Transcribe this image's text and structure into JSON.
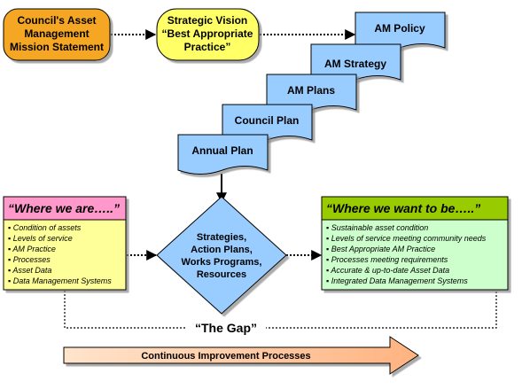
{
  "mission": {
    "lines": [
      "Council's Asset",
      "Management",
      "Mission Statement"
    ]
  },
  "vision": {
    "lines": [
      "Strategic Vision",
      "“Best Appropriate",
      "Practice”"
    ]
  },
  "documents": [
    {
      "label": "AM Policy"
    },
    {
      "label": "AM Strategy"
    },
    {
      "label": "AM Plans"
    },
    {
      "label": "Council Plan"
    },
    {
      "label": "Annual Plan"
    }
  ],
  "strategies": {
    "lines": [
      "Strategies,",
      "Action Plans,",
      "Works Programs,",
      "Resources"
    ]
  },
  "current_state": {
    "title": "“Where we are…..”",
    "items": [
      "Condition of assets",
      "Levels of service",
      "AM Practice",
      "Processes",
      "Asset Data",
      "Data Management Systems"
    ]
  },
  "future_state": {
    "title": "“Where we want to be…..”",
    "items": [
      "Sustainable asset condition",
      "Levels of service meeting community needs",
      "Best Appropriate AM Practice",
      "Processes meeting requirements",
      "Accurate & up-to-date Asset Data",
      "Integrated Data Management Systems"
    ]
  },
  "gap_label": "“The Gap”",
  "improvement_label": "Continuous Improvement Processes",
  "colors": {
    "orange_box": "#F5A623",
    "vision_box": "#FFFF66",
    "document_fill": "#99CCFF",
    "diamond_fill": "#99CCFF",
    "where_we_are_header": "#FF99CC",
    "where_we_are_body": "#FFFF99",
    "where_we_want_header": "#99CC00",
    "where_we_want_body": "#CCFFCC",
    "improvement_arrow": "#FFCC99"
  }
}
